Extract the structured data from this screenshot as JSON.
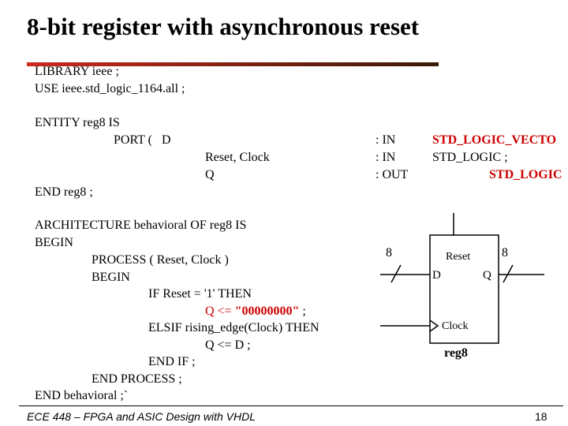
{
  "slide": {
    "title": "8-bit register with asynchronous reset",
    "accent_color": "#cc2a1f",
    "code_color_red": "#cc0000"
  },
  "code": {
    "lib1": "LIBRARY ieee ;",
    "lib2": "USE ieee.std_logic_1164.all ;",
    "entity_line": "ENTITY reg8 IS",
    "port_line": "PORT (   D",
    "reset_clock": "Reset, Clock",
    "q_port": "Q",
    "end_entity": "END reg8 ;",
    "mode_in1": ": IN",
    "mode_in2": ": IN",
    "type_vector": "STD_LOGIC_VECTO",
    "type_logic": "STD_LOGIC ;",
    "mode_out": ": OUT",
    "type_logic_out": "STD_LOGIC",
    "arch_line": "ARCHITECTURE behavioral OF reg8 IS",
    "begin1": "BEGIN",
    "process_line": "PROCESS ( Reset, Clock )",
    "begin2": "BEGIN",
    "if_line": "IF Reset = '1' THEN",
    "assign_zero_prefix": "Q <= ",
    "assign_zero_value": "\"00000000\"",
    "assign_zero_suffix": " ;",
    "elsif_line": "ELSIF rising_edge(Clock) THEN",
    "assign_d": "Q <= D ;",
    "end_if": "END IF ;",
    "end_process": "END PROCESS ;",
    "end_arch": "END behavioral ;`"
  },
  "diagram": {
    "bus_width_in": "8",
    "bus_width_out": "8",
    "reset_label": "Reset",
    "d_label": "D",
    "q_label": "Q",
    "clock_label": "Clock",
    "name_label": "reg8"
  },
  "footer": {
    "course": "ECE 448 – FPGA and ASIC Design with VHDL",
    "page_number": "18"
  }
}
